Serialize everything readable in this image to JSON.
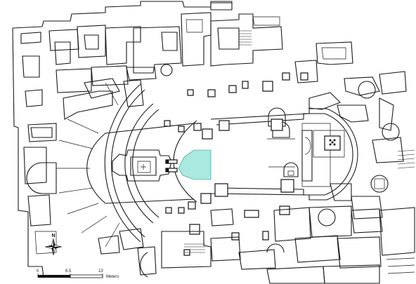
{
  "map": {
    "highlight_color": "#a9e9df",
    "line_color": "#1a1a1a",
    "background_color": "#ffffff"
  },
  "scale_bar": {
    "ticks": [
      "0",
      "6.5",
      "13"
    ],
    "unit": "Meters"
  },
  "north_arrow": {
    "icon": "compass-rose-icon",
    "label": "N"
  }
}
